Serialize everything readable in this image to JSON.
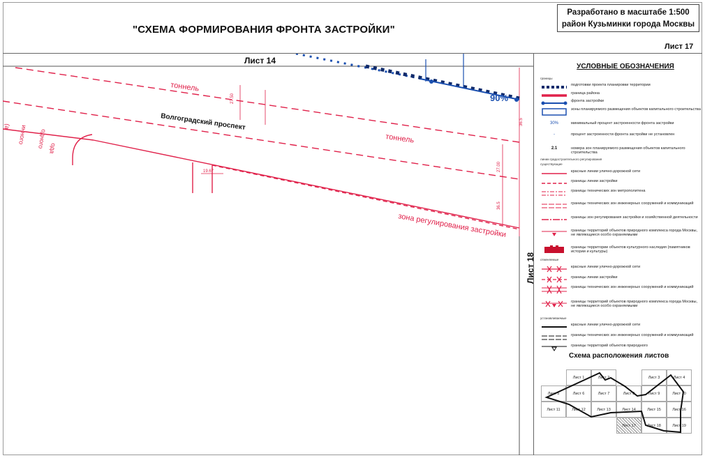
{
  "header": {
    "title": "\"СХЕМА ФОРМИРОВАНИЯ ФРОНТА ЗАСТРОЙКИ\"",
    "scale_line1": "Разработано в масштабе 1:500",
    "scale_line2": "район Кузьминки города Москвы",
    "sheet": "Лист 17"
  },
  "map": {
    "neighbor_top": "Лист 14",
    "neighbor_right": "Лист 18",
    "street": "Волгоградский проспект",
    "tunnel_1": "тоннель",
    "tunnel_2": "тоннель",
    "zone_label": "зона регулирования застройки",
    "dim_1": "27.50",
    "dim_2": "19.67",
    "dim_3": "27.00",
    "dim_4": "36.5",
    "dim_5": "36.5",
    "percent": "90%",
    "left_text_1": "(а",
    "left_text_2": "инного",
    "left_text_3": "одного",
    "left_text_4": "ода",
    "colors": {
      "red": "#e0214a",
      "blue": "#1a4fb0",
      "navy": "#0f2a6b"
    }
  },
  "legend": {
    "title": "УСЛОВНЫЕ ОБОЗНАЧЕНИЯ",
    "section_1": "границы",
    "section_2": "линии градостроительного регулирования",
    "section_3": "существующие",
    "section_4": "отменяемые",
    "section_5": "устанавливаемые",
    "items": [
      "подготовки проекта планировки территории",
      "граница района",
      "фронта застройки",
      "зоны планируемого размещения объектов капитального строительства",
      "минимальный процент застроенности фронта застройки",
      "процент застроенности фронта застройки не установлен",
      "номера зон планируемого размещения объектов капитального строительства",
      "красные линии улично-дорожной сети",
      "границы линии застройки",
      "границы технических зон метрополитена",
      "границы технических зон инженерных сооружений и коммуникаций",
      "границы зон регулирования застройки и хозяйственной деятельности",
      "границы территорий объектов природного комплекса города Москвы, не являющиеся особо охраняемыми",
      "границы территории объектов культурного наследия (памятников истории и культуры)",
      "красные линии улично-дорожной сети",
      "границы линии застройки",
      "границы технических зон инженерных сооружений и коммуникаций",
      "границы территорий объектов природного комплекса города Москвы, не являющиеся особо охраняемыми",
      "красные линии улично-дорожной сети",
      "границы технических зон инженерных сооружений и коммуникаций",
      "границы территорий объектов природного"
    ],
    "pct_sample": "30%",
    "num_sample": "2.1",
    "dash_sample": "-"
  },
  "layout_grid": {
    "title": "Схема расположения листов",
    "cells": [
      "Лист 1",
      "Лист 2",
      "Лист 3",
      "Лист 4",
      "Лист 5",
      "Лист 6",
      "Лист 7",
      "Лист 8",
      "Лист 9",
      "Лист 10",
      "Лист 11",
      "Лист 12",
      "Лист 13",
      "Лист 14",
      "Лист 15",
      "Лист 16",
      "Лист 17",
      "Лист 18",
      "Лист 19"
    ]
  }
}
